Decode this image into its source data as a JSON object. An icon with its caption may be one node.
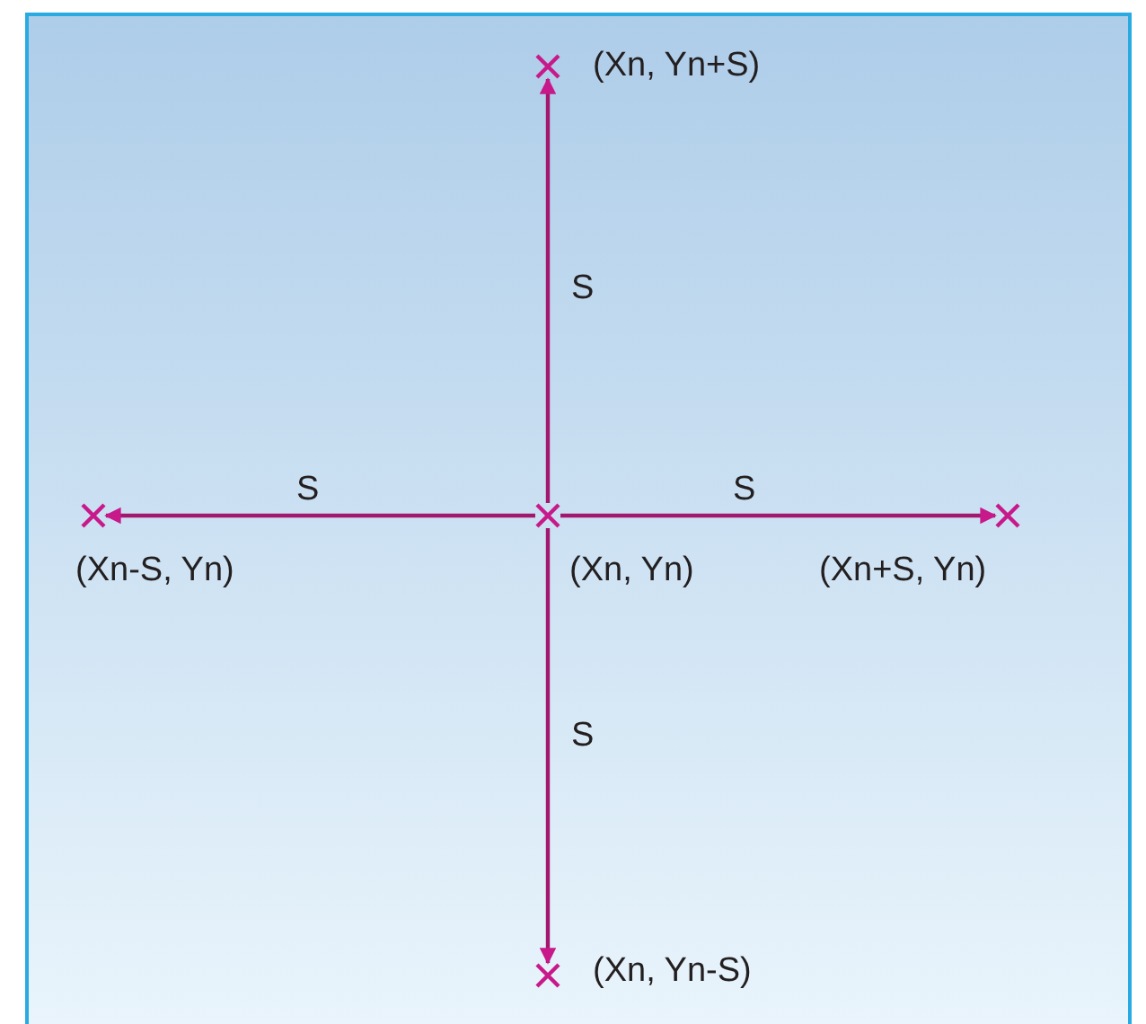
{
  "diagram": {
    "nodes": [
      {
        "text": [],
        "shape": "cross",
        "beside": [
          "(Xn, Yn)"
        ]
      },
      {
        "text": [],
        "shape": "cross",
        "beside": [
          "(Xn, Yn+S)"
        ]
      },
      {
        "text": [],
        "shape": "cross",
        "beside": [
          "(Xn-S, Yn)"
        ]
      },
      {
        "text": [],
        "shape": "cross",
        "beside": [
          "(Xn+S, Yn)"
        ]
      },
      {
        "text": [],
        "shape": "cross",
        "beside": [
          "(Xn, Yn-S)"
        ]
      }
    ],
    "edges": [
      {
        "from": 0,
        "to": 1,
        "arrow": "to",
        "label": "S"
      },
      {
        "from": 0,
        "to": 2,
        "arrow": "to",
        "label": "S"
      },
      {
        "from": 0,
        "to": 3,
        "arrow": "to",
        "label": "S"
      },
      {
        "from": 0,
        "to": 4,
        "arrow": "to",
        "label": "S"
      }
    ]
  }
}
